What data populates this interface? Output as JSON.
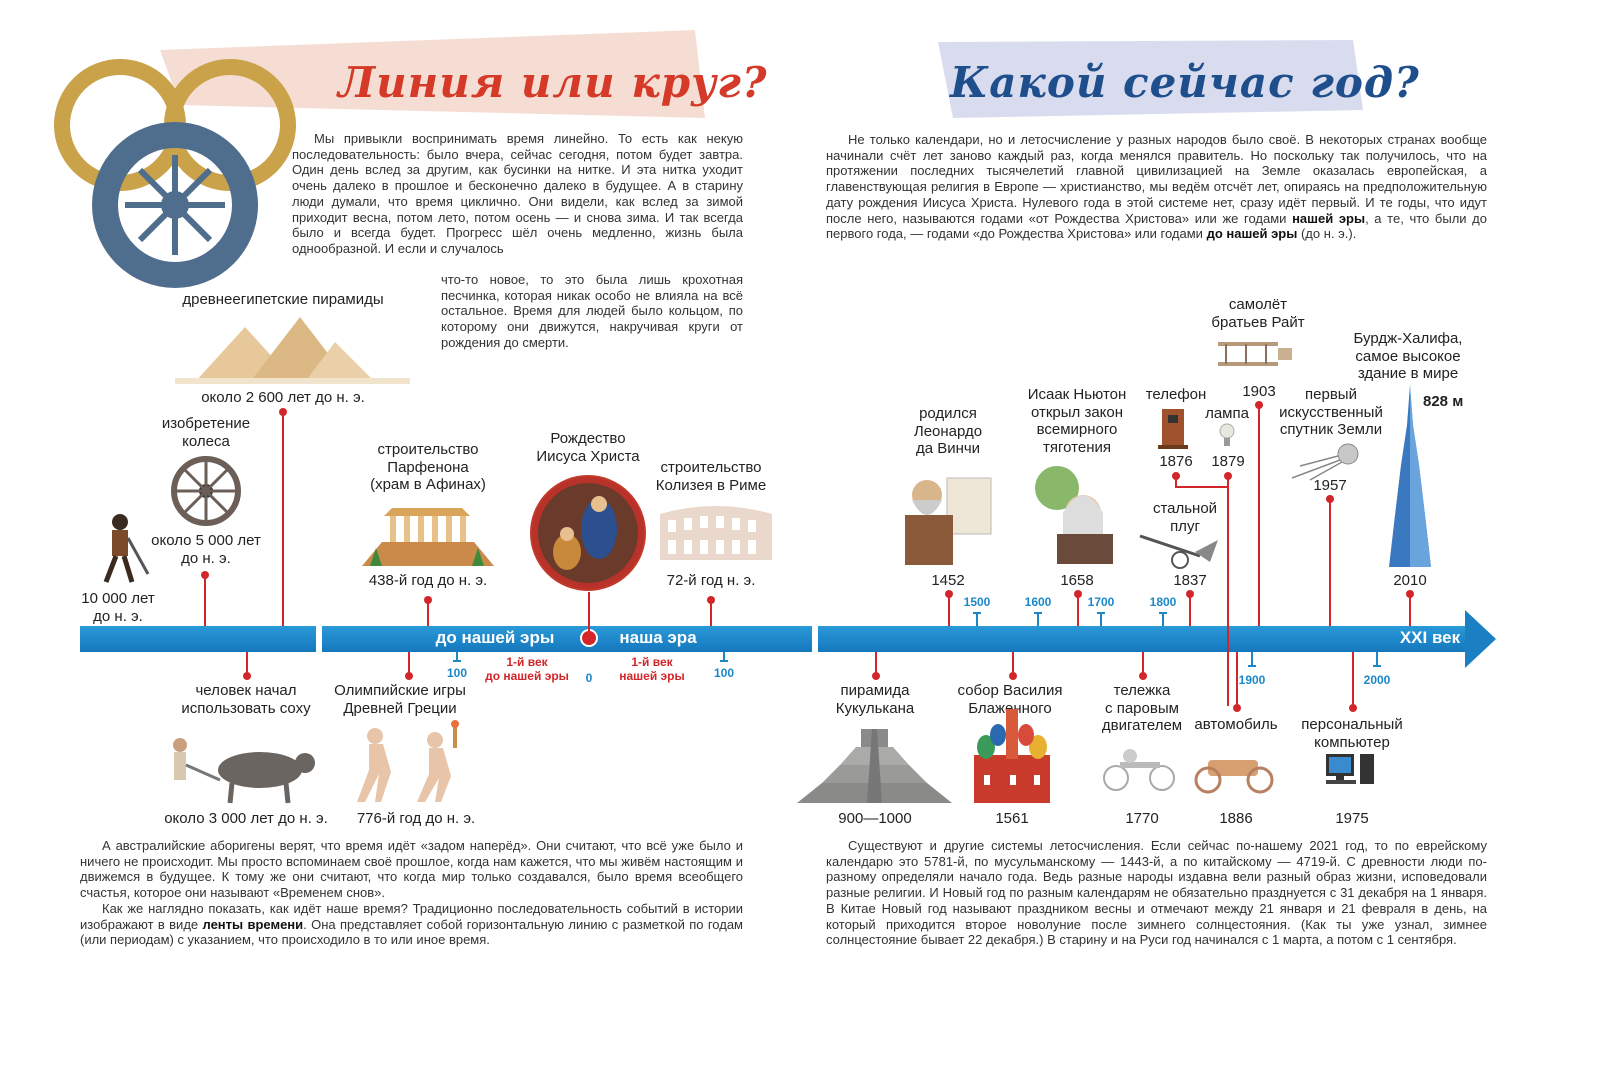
{
  "left_page": {
    "title": "Линия или круг?",
    "intro_part1": "Мы привыкли воспринимать время линейно. То есть как некую последовательность: было вчера, сейчас сегодня, потом будет завтра. Один день вслед за другим, как бусинки на нитке. И эта нитка уходит очень далеко в прошлое и бесконечно далеко в будущее. А в старину люди думали, что время циклично. Они видели, как вслед за зимой приходит весна, потом лето, потом осень — и снова зима. И так всегда было и всегда будет. Прогресс шёл очень медленно, жизнь была однообразной. И если и случалось",
    "intro_part2": "что-то новое, то это была лишь крохотная песчинка, которая никак особо не влияла на всё остальное. Время для людей было кольцом, по которому они движутся, накручивая круги от рождения до смерти.",
    "bottom_p1": "А австралийские аборигены верят, что время идёт «задом наперёд». Они считают, что всё уже было и ничего не происходит. Мы просто вспоминаем своё прошлое, когда нам кажется, что мы живём настоящим и движемся в будущее. К тому же они считают, что когда мир только создавался, было время всеобщего счастья, которое они называют «Временем снов».",
    "bottom_p2_a": "Как же наглядно показать, как идёт наше время? Традиционно последовательность событий в истории изображают в виде ",
    "bottom_p2_bold": "ленты времени",
    "bottom_p2_b": ". Она представляет собой горизонтальную линию с разметкой по годам (или периодам) с указанием, что происходило в то или иное время."
  },
  "right_page": {
    "title": "Какой сейчас год?",
    "intro_a": "Не только календари, но и летосчисление у разных народов было своё. В некоторых странах вообще начинали счёт лет заново каждый раз, когда менялся правитель. Но поскольку так получилось, что на протяжении последних тысячелетий главной цивилизацией на Земле оказалась европейская, а главенствующая религия в Европе — христианство, мы ведём отсчёт лет, опираясь на предположительную дату рождения Иисуса Христа. Нулевого года в этой системе нет, сразу идёт первый. И те годы, что идут после него, называются годами «от Рождества Христова» или же годами ",
    "intro_bold1": "нашей эры",
    "intro_b": ", а те, что были до первого года, — годами «до Рождества Христова» или годами ",
    "intro_bold2": "до нашей эры",
    "intro_c": " (до н. э.).",
    "bottom_p": "Существуют и другие системы летосчисления. Если сейчас по-нашему 2021 год, то по еврейскому календарю это 5781-й, по мусульманскому — 1443-й, а по китайскому — 4719-й. С древности люди по-разному определяли начало года. Ведь разные народы издавна вели разный образ жизни, исповедовали разные религии. И Новый год по разным календарям не обязательно празднуется с 31 декабря на 1 января. В Китае Новый год называют праздником весны и отмечают между 21 января и 21 февраля в день, на который приходится второе новолуние после зимнего солнцестояния. (Как ты уже узнал, зимнее солнцестояние бывает 22 декабря.) В старину и на Руси год начинался с 1 марта, а потом с 1 сентября."
  },
  "timeline": {
    "era_bc": "до нашей эры",
    "era_ad": "наша эра",
    "century": "XXI век",
    "first_century_bc": "1-й век\nдо нашей эры",
    "first_century_ad": "1-й век\nнашей эры",
    "zero": "0",
    "ticks": [
      "100",
      "100",
      "1500",
      "1600",
      "1700",
      "1800",
      "1900",
      "2000"
    ],
    "events_above": [
      {
        "label": "",
        "date": "10 000 лет\nдо н. э."
      },
      {
        "label": "изобретение\nколеса",
        "date": "около 5 000 лет\nдо н. э."
      },
      {
        "label": "древнеегипетские пирамиды",
        "date": "около 2 600 лет до н. э."
      },
      {
        "label": "строительство\nПарфенона\n(храм в Афинах)",
        "date": "438-й год до н. э."
      },
      {
        "label": "Рождество\nИисуса Христа",
        "date": ""
      },
      {
        "label": "строительство\nКолизея в Риме",
        "date": "72-й год н. э."
      },
      {
        "label": "родился\nЛеонардо\nда Винчи",
        "date": "1452"
      },
      {
        "label": "Исаак Ньютон\nоткрыл закон\nвсемирного\nтяготения",
        "date": "1658"
      },
      {
        "label": "телефон",
        "date": "1876"
      },
      {
        "label": "лампа",
        "date": "1879"
      },
      {
        "label": "стальной\nплуг",
        "date": "1837"
      },
      {
        "label": "самолёт\nбратьев Райт",
        "date": "1903"
      },
      {
        "label": "первый\nискусственный\nспутник Земли",
        "date": "1957"
      },
      {
        "label": "Бурдж-Халифа,\nсамое высокое\nздание в мире",
        "date": "2010",
        "extra": "828 м"
      }
    ],
    "events_below": [
      {
        "label": "человек начал\nиспользовать соху",
        "date": "около 3 000 лет до н. э."
      },
      {
        "label": "Олимпийские игры\nДревней Греции",
        "date": "776-й год до н. э."
      },
      {
        "label": "пирамида\nКукулькана",
        "date": "900—1000"
      },
      {
        "label": "собор Василия\nБлаженного",
        "date": "1561"
      },
      {
        "label": "тележка\nс паровым\nдвигателем",
        "date": "1770"
      },
      {
        "label": "автомобиль",
        "date": "1886"
      },
      {
        "label": "персональный\nкомпьютер",
        "date": "1975"
      }
    ]
  },
  "colors": {
    "red": "#d3262a",
    "blue": "#1b87c9",
    "title_blue": "#1e4e8c"
  }
}
